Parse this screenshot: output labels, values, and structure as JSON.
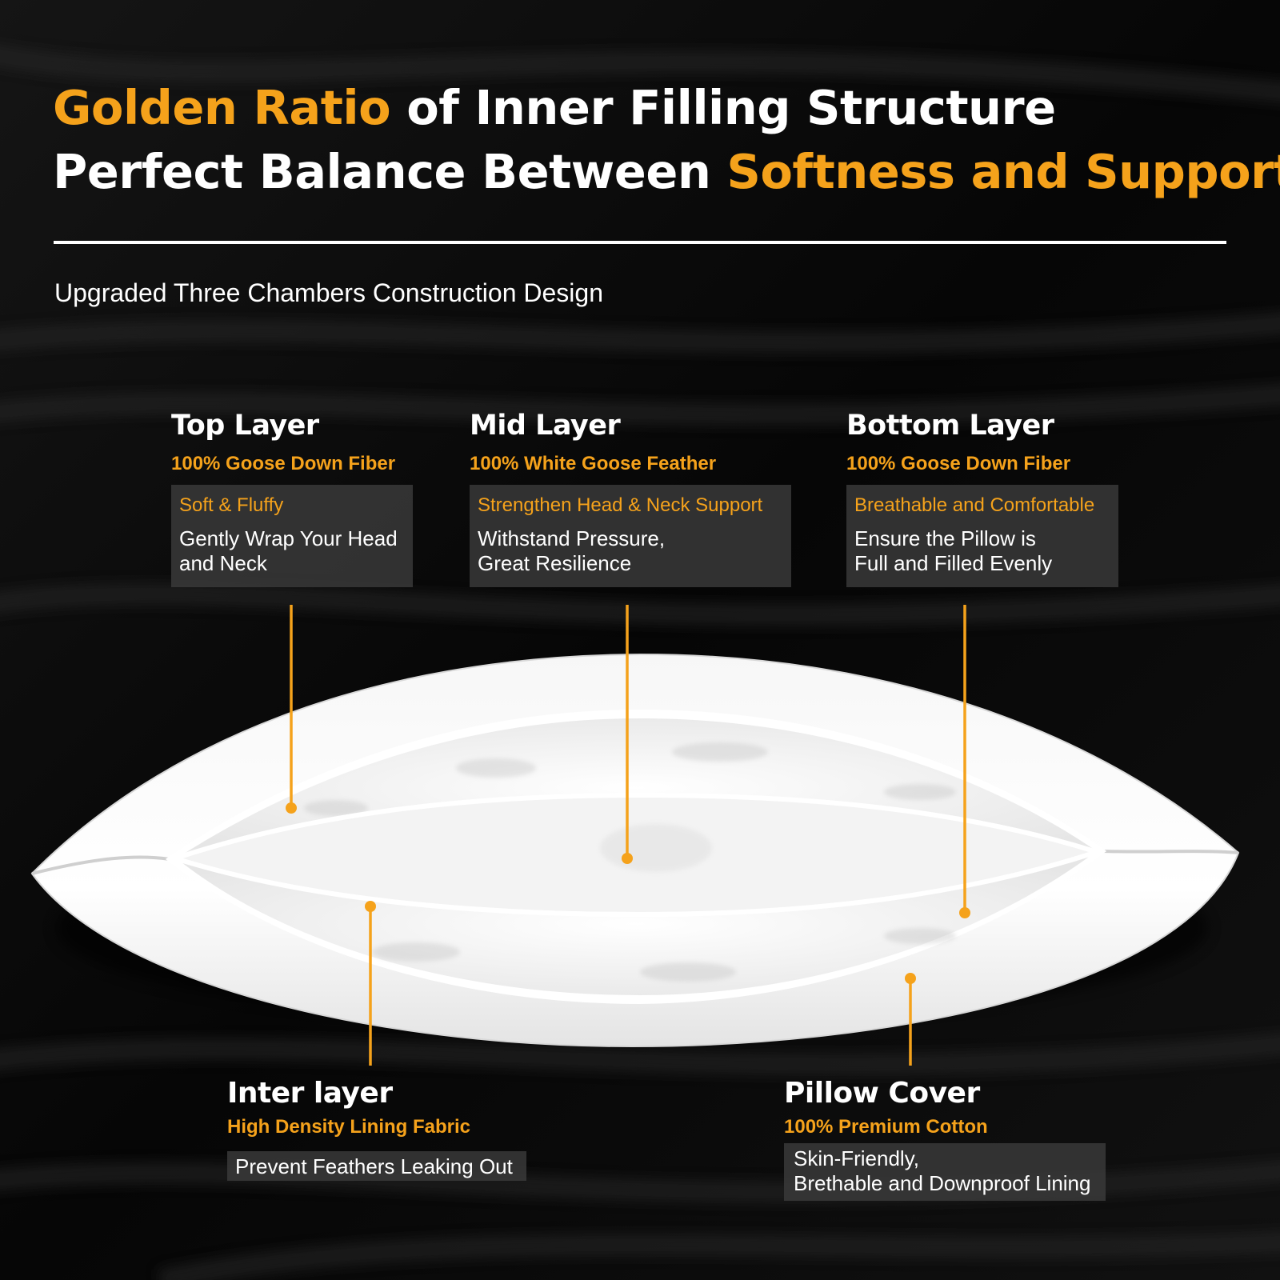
{
  "headline": {
    "line1": {
      "accent": "Golden Ratio",
      "rest": " of Inner Filling Structure"
    },
    "line2": {
      "rest": "Perfect Balance Between ",
      "accent": "Softness and Support"
    }
  },
  "subtitle": "Upgraded Three Chambers Construction Design",
  "layers": {
    "top": {
      "title": "Top Layer",
      "material": "100% Goose Down Fiber",
      "feature": "Soft & Fluffy",
      "description": "Gently Wrap Your Head\nand Neck"
    },
    "mid": {
      "title": "Mid Layer",
      "material": "100% White Goose Feather",
      "feature": "Strengthen Head & Neck Support",
      "description": "Withstand Pressure,\nGreat Resilience"
    },
    "bottom": {
      "title": "Bottom Layer",
      "material": "100% Goose Down Fiber",
      "feature": "Breathable and Comfortable",
      "description": "Ensure the Pillow is\nFull and Filled Evenly"
    },
    "inter": {
      "title": "Inter layer",
      "material": "High Density Lining Fabric",
      "description": "Prevent Feathers Leaking Out"
    },
    "cover": {
      "title": "Pillow Cover",
      "material": "100% Premium Cotton",
      "description": "Skin-Friendly,\nBrethable and Downproof Lining"
    }
  },
  "colors": {
    "accent": "#f5a21b",
    "background": "#050505",
    "text": "#ffffff",
    "callout_box": "#3a3a3a"
  }
}
